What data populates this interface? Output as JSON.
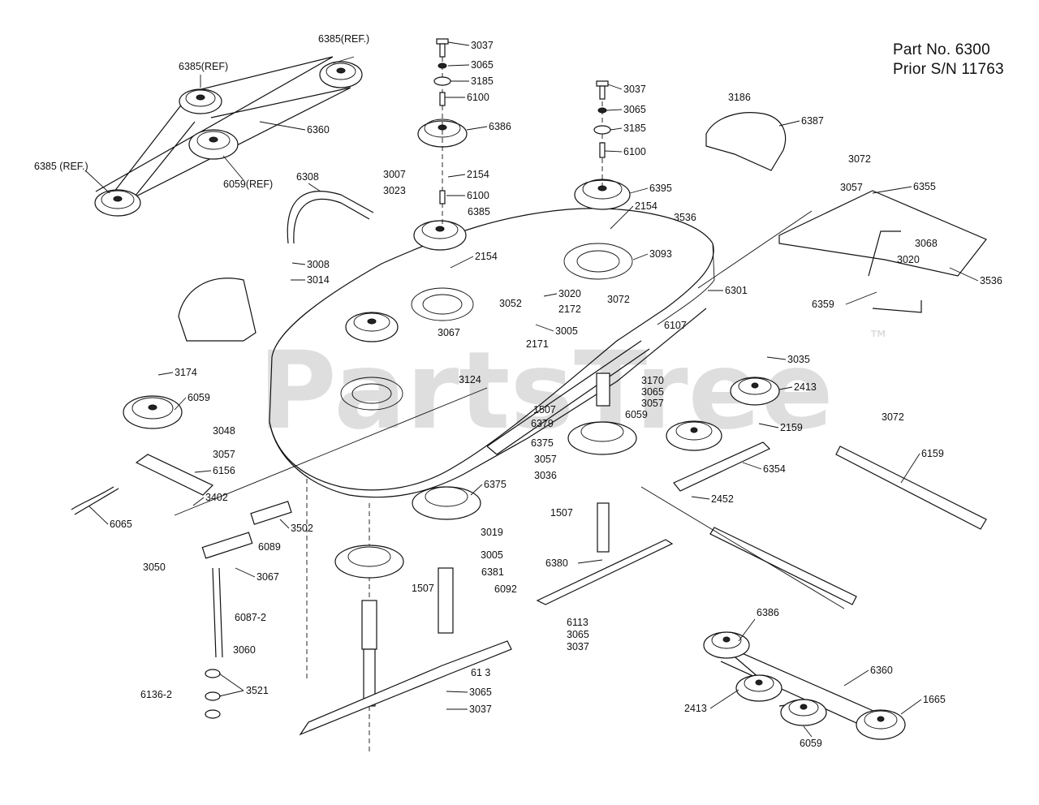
{
  "header": {
    "part_no": "Part No. 6300",
    "prior_sn": "Prior S/N 11763"
  },
  "watermark": {
    "text_main": "PartsTree",
    "trademark": "TM"
  },
  "callouts": [
    {
      "id": "c1",
      "text": "6385(REF.)"
    },
    {
      "id": "c2",
      "text": "6385(REF)"
    },
    {
      "id": "c3",
      "text": "6360"
    },
    {
      "id": "c4",
      "text": "6385 (REF.)"
    },
    {
      "id": "c5",
      "text": "6059(REF)"
    },
    {
      "id": "c6",
      "text": "6308"
    },
    {
      "id": "c7",
      "text": "3007"
    },
    {
      "id": "c8",
      "text": "3023"
    },
    {
      "id": "c9",
      "text": "3037"
    },
    {
      "id": "c10",
      "text": "3065"
    },
    {
      "id": "c11",
      "text": "3185"
    },
    {
      "id": "c12",
      "text": "6100"
    },
    {
      "id": "c13",
      "text": "6386"
    },
    {
      "id": "c14",
      "text": "2154"
    },
    {
      "id": "c15",
      "text": "6100"
    },
    {
      "id": "c16",
      "text": "6385"
    },
    {
      "id": "c17",
      "text": "2154"
    },
    {
      "id": "c18",
      "text": "3037"
    },
    {
      "id": "c19",
      "text": "3065"
    },
    {
      "id": "c20",
      "text": "3185"
    },
    {
      "id": "c21",
      "text": "6100"
    },
    {
      "id": "c22",
      "text": "6395"
    },
    {
      "id": "c23",
      "text": "2154"
    },
    {
      "id": "c24",
      "text": "3536"
    },
    {
      "id": "c25",
      "text": "3093"
    },
    {
      "id": "c26",
      "text": "3186"
    },
    {
      "id": "c27",
      "text": "6387"
    },
    {
      "id": "c28",
      "text": "3072"
    },
    {
      "id": "c29",
      "text": "3057"
    },
    {
      "id": "c30",
      "text": "6355"
    },
    {
      "id": "c31",
      "text": "3068"
    },
    {
      "id": "c32",
      "text": "3020"
    },
    {
      "id": "c33",
      "text": "3536"
    },
    {
      "id": "c34",
      "text": "6359"
    },
    {
      "id": "c35",
      "text": "6301"
    },
    {
      "id": "c36",
      "text": "3008"
    },
    {
      "id": "c37",
      "text": "3014"
    },
    {
      "id": "c38",
      "text": "3020"
    },
    {
      "id": "c39",
      "text": "3052"
    },
    {
      "id": "c40",
      "text": "2172"
    },
    {
      "id": "c41",
      "text": "3067"
    },
    {
      "id": "c42",
      "text": "3005"
    },
    {
      "id": "c43",
      "text": "2171"
    },
    {
      "id": "c44",
      "text": "3072"
    },
    {
      "id": "c45",
      "text": "6107"
    },
    {
      "id": "c46",
      "text": "3124"
    },
    {
      "id": "c47",
      "text": "3035"
    },
    {
      "id": "c48",
      "text": "3170"
    },
    {
      "id": "c49",
      "text": "3065"
    },
    {
      "id": "c50",
      "text": "3057"
    },
    {
      "id": "c51",
      "text": "2413"
    },
    {
      "id": "c52",
      "text": "1507"
    },
    {
      "id": "c53",
      "text": "6379"
    },
    {
      "id": "c54",
      "text": "6059"
    },
    {
      "id": "c55",
      "text": "6375"
    },
    {
      "id": "c56",
      "text": "2159"
    },
    {
      "id": "c57",
      "text": "3072"
    },
    {
      "id": "c58",
      "text": "3174"
    },
    {
      "id": "c59",
      "text": "6059"
    },
    {
      "id": "c60",
      "text": "3048"
    },
    {
      "id": "c61",
      "text": "3057"
    },
    {
      "id": "c62",
      "text": "6156"
    },
    {
      "id": "c63",
      "text": "3402"
    },
    {
      "id": "c64",
      "text": "6065"
    },
    {
      "id": "c65",
      "text": "3057"
    },
    {
      "id": "c66",
      "text": "3036"
    },
    {
      "id": "c67",
      "text": "6354"
    },
    {
      "id": "c68",
      "text": "6159"
    },
    {
      "id": "c69",
      "text": "2452"
    },
    {
      "id": "c70",
      "text": "1507"
    },
    {
      "id": "c71",
      "text": "6375"
    },
    {
      "id": "c72",
      "text": "3502"
    },
    {
      "id": "c73",
      "text": "6089"
    },
    {
      "id": "c74",
      "text": "3050"
    },
    {
      "id": "c75",
      "text": "3067"
    },
    {
      "id": "c76",
      "text": "3019"
    },
    {
      "id": "c77",
      "text": "3005"
    },
    {
      "id": "c78",
      "text": "1507"
    },
    {
      "id": "c79",
      "text": "6381"
    },
    {
      "id": "c80",
      "text": "6092"
    },
    {
      "id": "c81",
      "text": "6380"
    },
    {
      "id": "c82",
      "text": "6087-2"
    },
    {
      "id": "c83",
      "text": "3060"
    },
    {
      "id": "c84",
      "text": "6113"
    },
    {
      "id": "c85",
      "text": "3065"
    },
    {
      "id": "c86",
      "text": "3037"
    },
    {
      "id": "c87",
      "text": "6386"
    },
    {
      "id": "c88",
      "text": "6136-2"
    },
    {
      "id": "c89",
      "text": "3521"
    },
    {
      "id": "c90",
      "text": "61 3"
    },
    {
      "id": "c91",
      "text": "3065"
    },
    {
      "id": "c92",
      "text": "3037"
    },
    {
      "id": "c93",
      "text": "6360"
    },
    {
      "id": "c94",
      "text": "2413"
    },
    {
      "id": "c95",
      "text": "1665"
    },
    {
      "id": "c96",
      "text": "6059"
    }
  ]
}
